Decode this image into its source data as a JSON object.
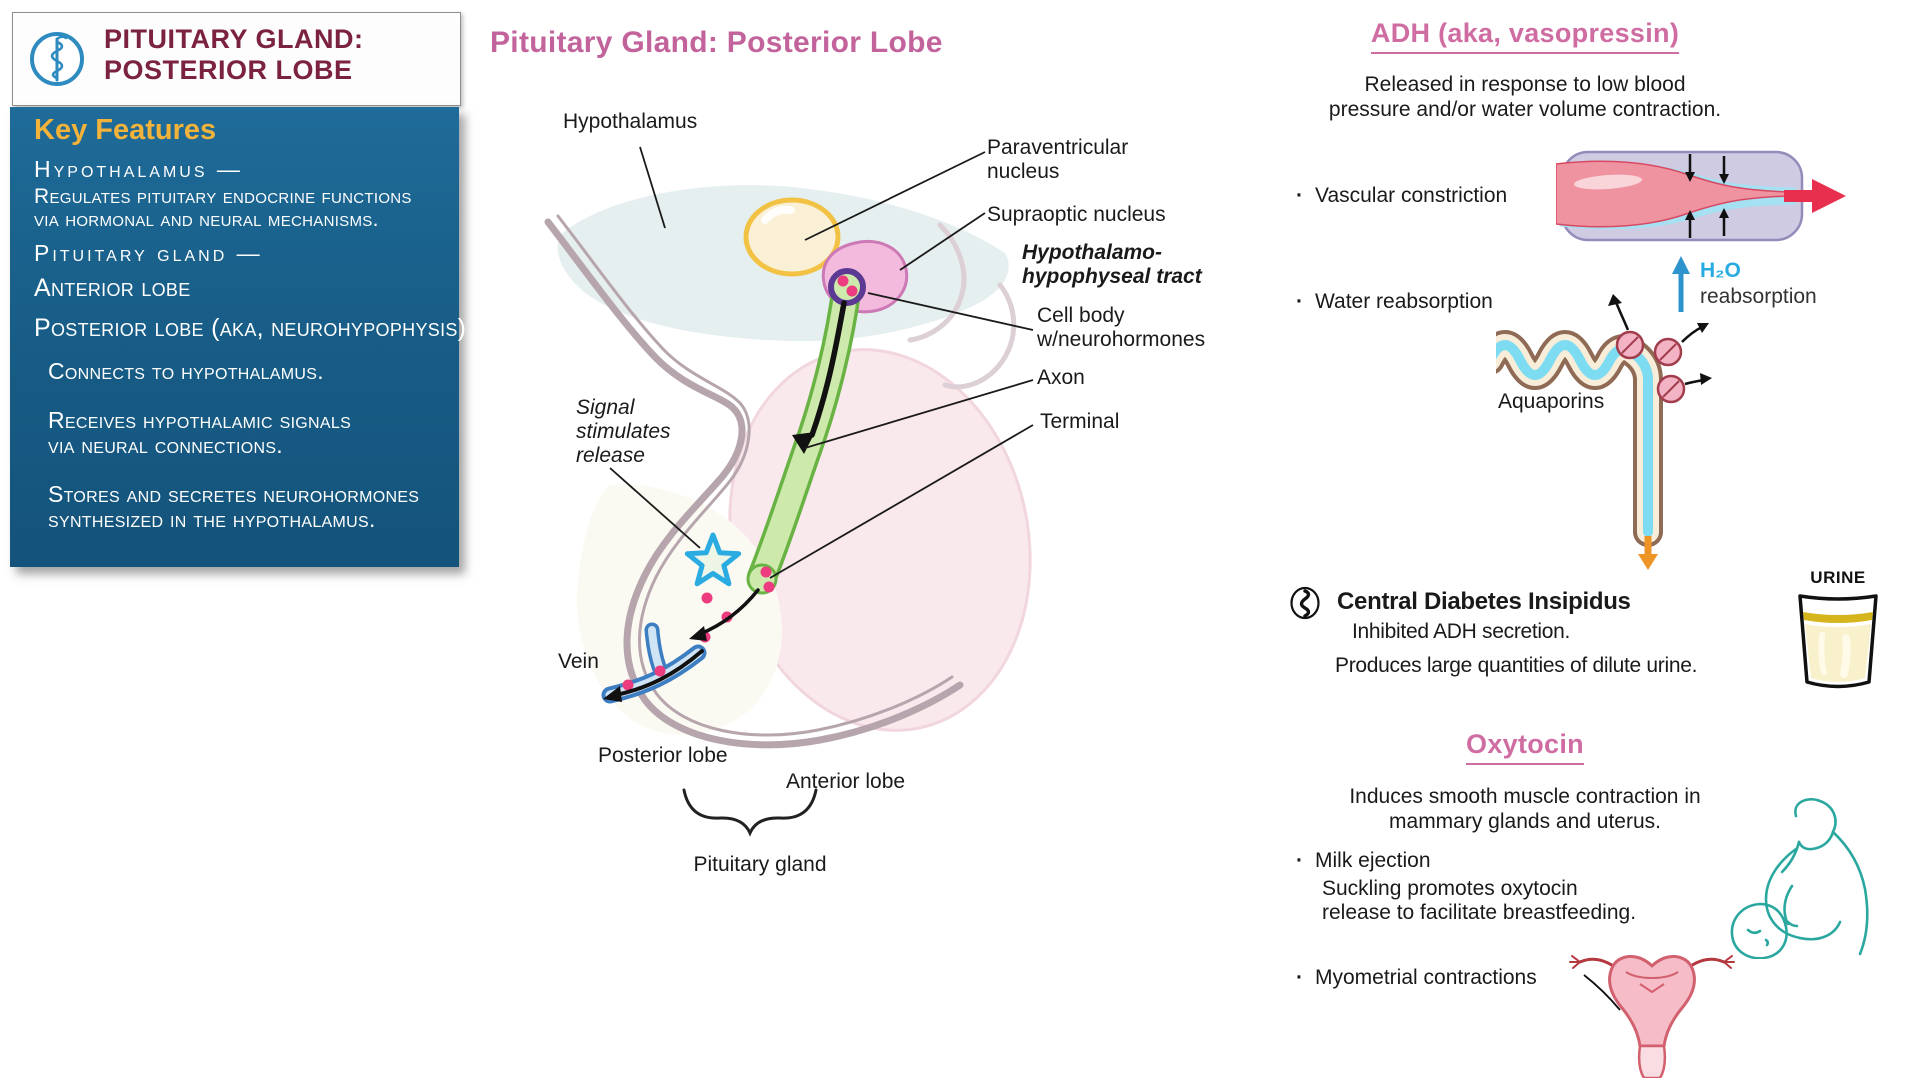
{
  "header": {
    "title": "PITUITARY GLAND:\nPOSTERIOR LOBE"
  },
  "key_features": {
    "heading": "Key Features",
    "term1": "Hypothalamus  —",
    "desc1": "Regulates pituitary endocrine functions\nvia hormonal and neural mechanisms.",
    "term2": "Pituitary gland —",
    "item1": "Anterior lobe",
    "item2": "Posterior lobe (aka, neurohypophysis)",
    "sub1": "Connects to hypothalamus.",
    "sub2": "Receives hypothalamic signals\nvia neural connections.",
    "sub3": "Stores and secretes neurohormones\nsynthesized in the hypothalamus."
  },
  "diagram": {
    "title": "Pituitary Gland: Posterior Lobe",
    "labels": {
      "hypothalamus": "Hypothalamus",
      "paraventricular": "Paraventricular\nnucleus",
      "supraoptic": "Supraoptic nucleus",
      "tract": "Hypothalamo-\nhypophyseal tract",
      "cell_body": "Cell body\nw/neurohormones",
      "axon": "Axon",
      "terminal": "Terminal",
      "signal": "Signal\nstimulates\nrelease",
      "vein": "Vein",
      "posterior_lobe": "Posterior lobe",
      "anterior_lobe": "Anterior lobe",
      "pituitary_gland": "Pituitary gland"
    }
  },
  "adh": {
    "title": "ADH (aka, vasopressin)",
    "intro": "Released in response to low blood\npressure and/or water volume contraction.",
    "bullet1": "Vascular constriction",
    "bullet2": "Water reabsorption",
    "h2o": "H₂O",
    "h2o_sub": "reabsorption",
    "aquaporins": "Aquaporins",
    "cdi_title": "Central Diabetes Insipidus",
    "cdi_line1": "Inhibited ADH secretion.",
    "cdi_line2": "Produces large quantities of  dilute urine.",
    "urine": "URINE"
  },
  "oxytocin": {
    "title": "Oxytocin",
    "intro": "Induces smooth muscle contraction in\nmammary glands and uterus.",
    "bullet1": "Milk ejection",
    "bullet1_sub": "Suckling promotes oxytocin\nrelease to facilitate breastfeeding.",
    "bullet2": "Myometrial contractions"
  },
  "colors": {
    "accent_pink": "#c2639c",
    "section_pink": "#cf6da2",
    "panel_blue_top": "#1f6b99",
    "panel_blue_bottom": "#14537b",
    "gold": "#f3b33b",
    "maroon": "#7b2240",
    "h2o_blue": "#29abe2",
    "tract_green": "#cde9ab",
    "dot_magenta": "#ed3b80"
  }
}
